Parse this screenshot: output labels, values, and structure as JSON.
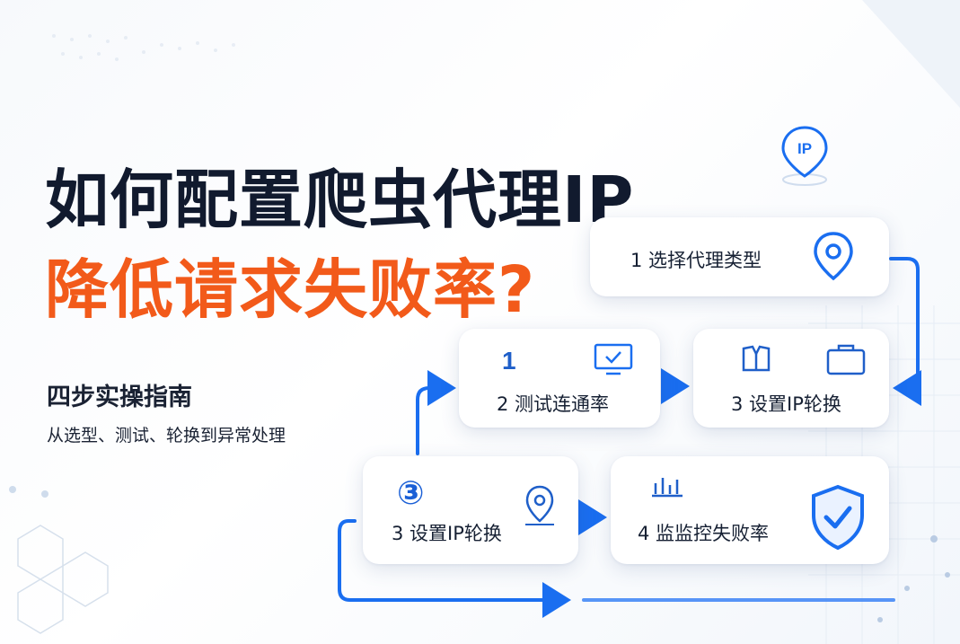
{
  "title": {
    "line1": "如何配置爬虫代理IP",
    "line2": "降低请求失败率?"
  },
  "subtitle": {
    "heading": "四步实操指南",
    "caption": "从选型、测试、轮换到异常处理"
  },
  "pin": {
    "label": "IP"
  },
  "steps": [
    {
      "label": "1 选择代理类型"
    },
    {
      "top": "1",
      "label": "2 测试连通率"
    },
    {
      "label": "3 设置IP轮换"
    },
    {
      "top": "③",
      "label": "3 设置IP轮换"
    },
    {
      "label": "4 监监控失败率"
    }
  ],
  "colors": {
    "title": "#111a2e",
    "accent": "#f25a1a",
    "blue": "#1f5fc9",
    "arrow": "#1a6ef0"
  }
}
